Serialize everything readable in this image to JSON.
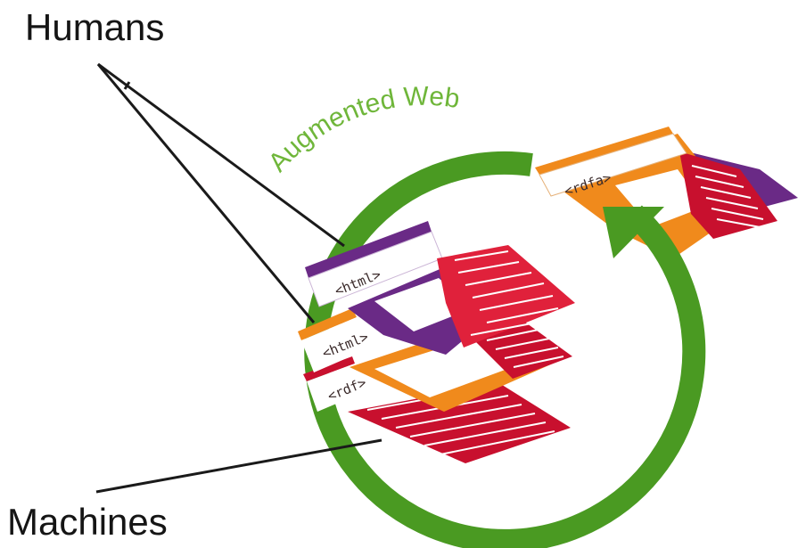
{
  "labels": {
    "humans": "Humans",
    "machines": "Machines",
    "ring_title": "Augmented Web"
  },
  "tags": {
    "main_html_1": "<html>",
    "main_html_2": "<html>",
    "main_rdf": "<rdf>",
    "side_rdfa": "<rdfa>"
  },
  "colors": {
    "ring": "#4a9a22",
    "red": "#c8102e",
    "purple": "#6a2a86",
    "orange": "#f08a1c",
    "lines": "#1a1a1a"
  }
}
